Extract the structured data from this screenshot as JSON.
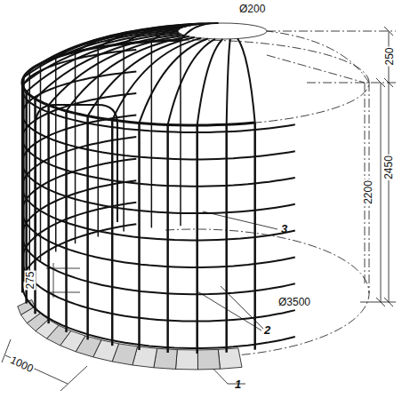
{
  "diagram": {
    "labels": [
      "Ø200",
      "250",
      "2450",
      "2200",
      "275",
      "Ø3500",
      "1000",
      "3",
      "2",
      "1"
    ]
  }
}
